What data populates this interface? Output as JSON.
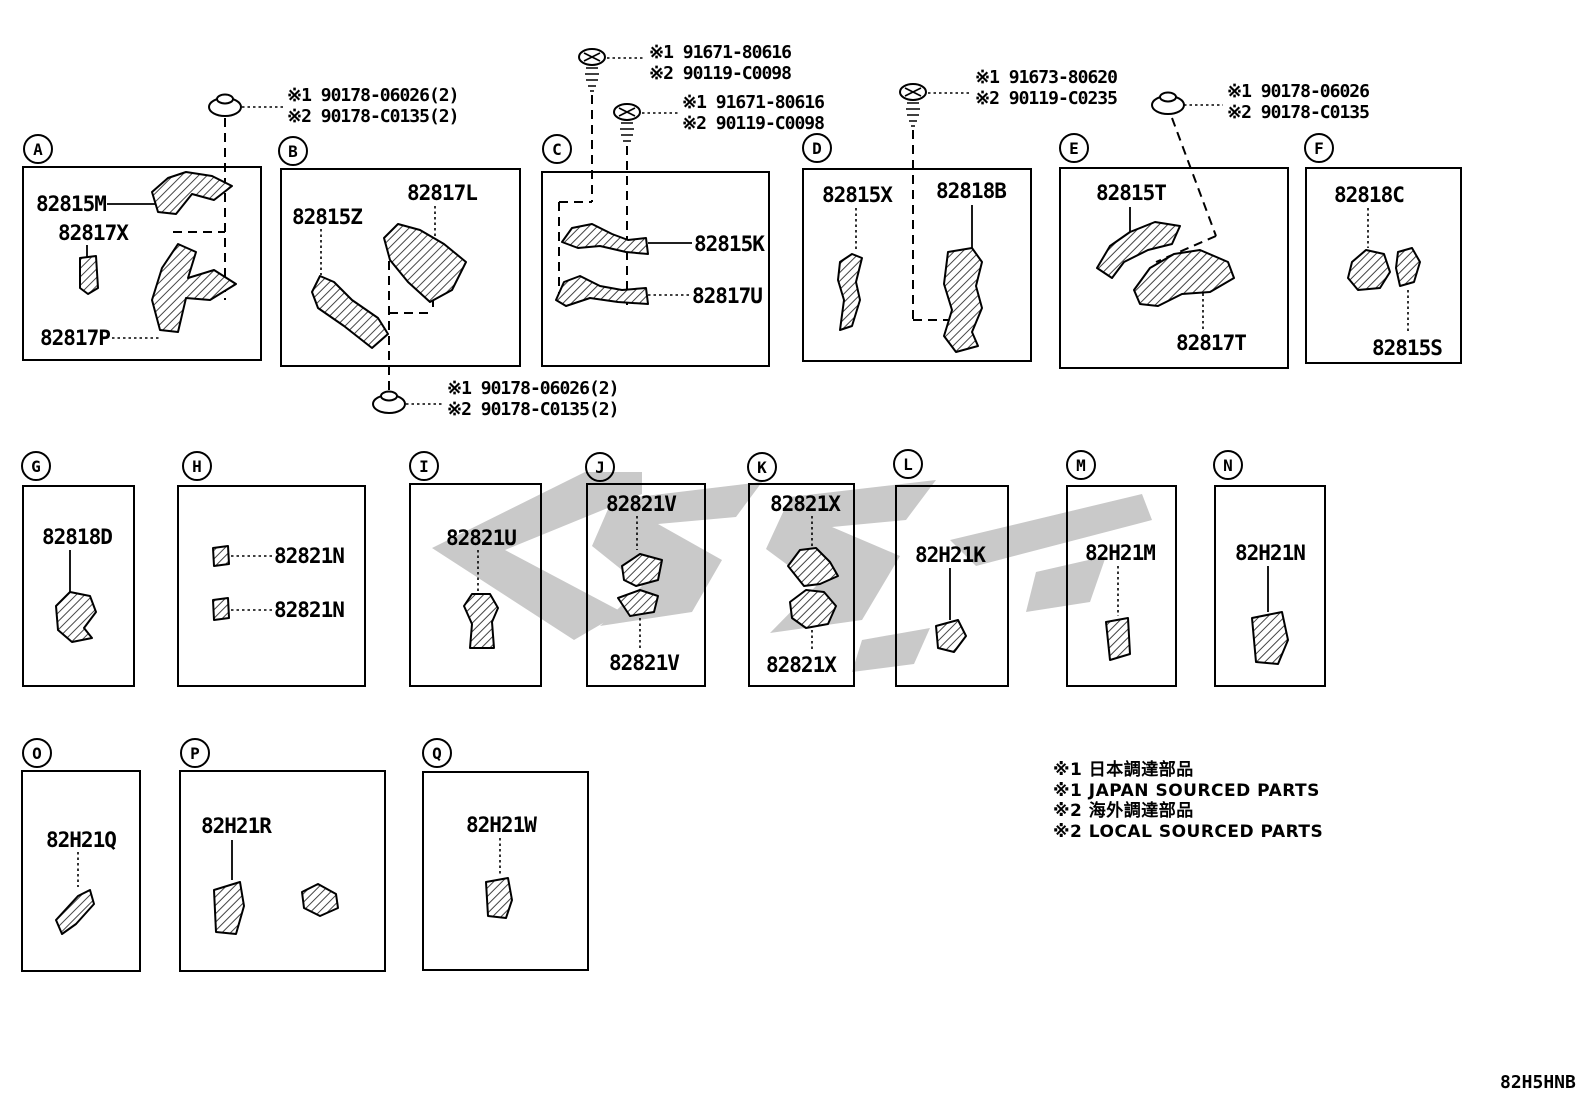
{
  "doc_code": "82H5HNB",
  "legend": {
    "lines": [
      "※1 日本調達部品",
      "※1 JAPAN SOURCED PARTS",
      "※2 海外調達部品",
      "※2 LOCAL SOURCED PARTS"
    ]
  },
  "callouts": {
    "a_grommet": {
      "line1": "※1 90178-06026(2)",
      "line2": "※2 90178-C0135(2)"
    },
    "b_grommet": {
      "line1": "※1 90178-06026(2)",
      "line2": "※2 90178-C0135(2)"
    },
    "c_screw_upper": {
      "line1": "※1 91671-80616",
      "line2": "※2 90119-C0098"
    },
    "c_screw_lower": {
      "line1": "※1 91671-80616",
      "line2": "※2 90119-C0098"
    },
    "d_screw": {
      "line1": "※1 91673-80620",
      "line2": "※2 90119-C0235"
    },
    "e_grommet": {
      "line1": "※1 90178-06026",
      "line2": "※2 90178-C0135"
    }
  },
  "sections": {
    "A": {
      "letter": "A",
      "parts": [
        "82815M",
        "82817X",
        "82817P"
      ]
    },
    "B": {
      "letter": "B",
      "parts": [
        "82815Z",
        "82817L"
      ]
    },
    "C": {
      "letter": "C",
      "parts": [
        "82815K",
        "82817U"
      ]
    },
    "D": {
      "letter": "D",
      "parts": [
        "82815X",
        "82818B"
      ]
    },
    "E": {
      "letter": "E",
      "parts": [
        "82815T",
        "82817T"
      ]
    },
    "F": {
      "letter": "F",
      "parts": [
        "82818C",
        "82815S"
      ]
    },
    "G": {
      "letter": "G",
      "parts": [
        "82818D"
      ]
    },
    "H": {
      "letter": "H",
      "parts": [
        "82821N",
        "82821N"
      ]
    },
    "I": {
      "letter": "I",
      "parts": [
        "82821U"
      ]
    },
    "J": {
      "letter": "J",
      "parts": [
        "82821V",
        "82821V"
      ]
    },
    "K": {
      "letter": "K",
      "parts": [
        "82821X",
        "82821X"
      ]
    },
    "L": {
      "letter": "L",
      "parts": [
        "82H21K"
      ]
    },
    "M": {
      "letter": "M",
      "parts": [
        "82H21M"
      ]
    },
    "N": {
      "letter": "N",
      "parts": [
        "82H21N"
      ]
    },
    "O": {
      "letter": "O",
      "parts": [
        "82H21Q"
      ]
    },
    "P": {
      "letter": "P",
      "parts": [
        "82H21R"
      ]
    },
    "Q": {
      "letter": "Q",
      "parts": [
        "82H21W"
      ]
    }
  },
  "colors": {
    "line": "#000000",
    "watermark": "#c9c9c9",
    "background": "#ffffff"
  }
}
